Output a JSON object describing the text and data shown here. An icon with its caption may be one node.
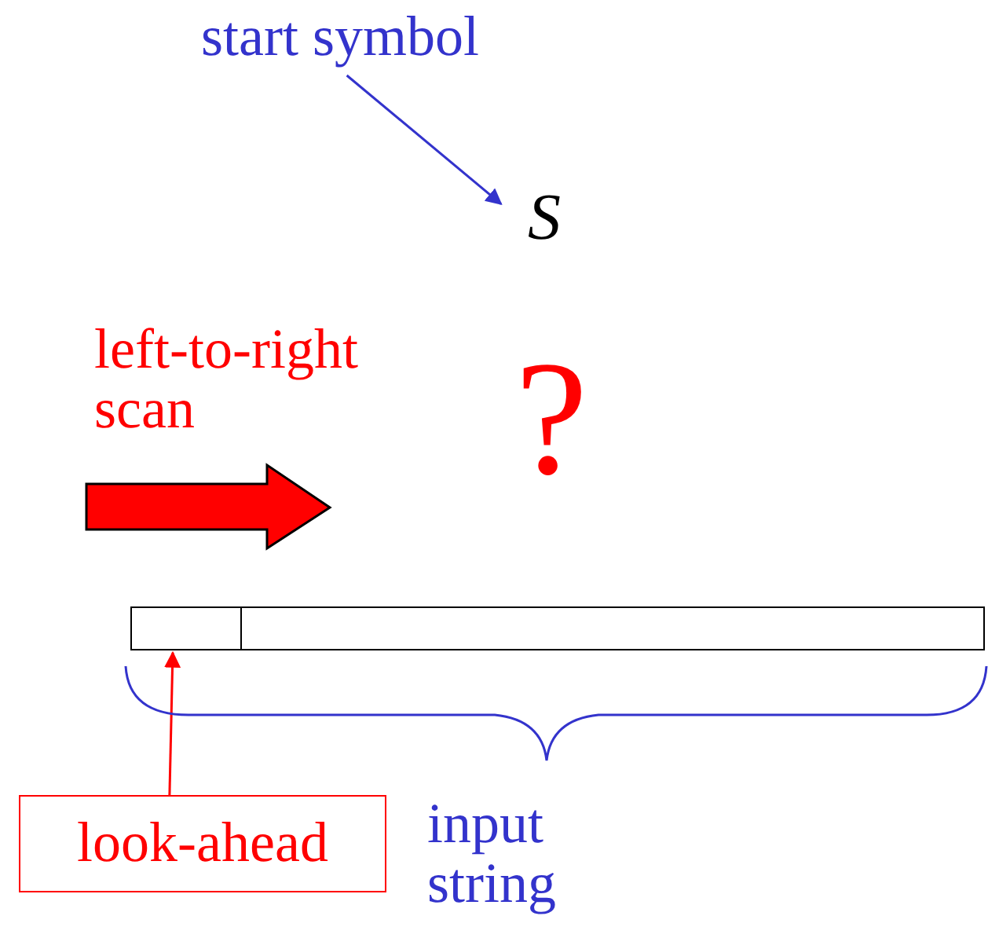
{
  "diagram": {
    "nodes": [
      {
        "text": [
          "start symbol"
        ]
      },
      {
        "text": [
          "S"
        ]
      },
      {
        "text": [],
        "shape": "bar"
      },
      {
        "text": [],
        "shape": "box",
        "in": 2
      },
      {
        "text": [
          "look-ahead"
        ]
      }
    ],
    "edges": [
      {
        "from": 0,
        "to": 1,
        "arrow": "to",
        "color": "#3333cc"
      },
      {
        "from": 4,
        "to": 3,
        "arrow": "to",
        "color": "#ff0000"
      }
    ],
    "labels": [
      "left-to-right scan",
      "?",
      "input string"
    ]
  }
}
